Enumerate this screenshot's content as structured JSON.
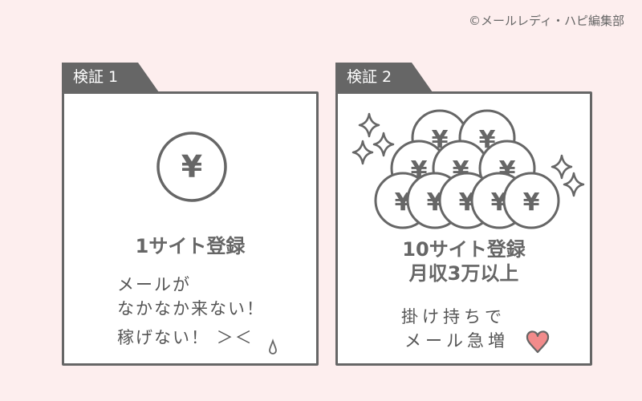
{
  "credit": "©メールレディ・ハピ編集部",
  "panels": [
    {
      "tab": "検証 1",
      "coin_symbol": "¥",
      "title": "1サイト登録",
      "notes": [
        "メールが",
        "なかなか来ない！",
        "稼げない！ ＞＜"
      ]
    },
    {
      "tab": "検証 2",
      "coin_symbol": "¥",
      "title_lines": [
        "10サイト登録",
        "月収3万以上"
      ],
      "notes": [
        "掛け持ちで",
        "メール急増"
      ]
    }
  ],
  "colors": {
    "background": "#fdeeee",
    "ink": "#666666",
    "heart": "#f28b8b"
  }
}
